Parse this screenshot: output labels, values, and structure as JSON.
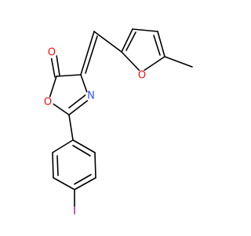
{
  "molecule": {
    "colors": {
      "bond": "#000000",
      "oxygen": "#ff0d0d",
      "nitrogen": "#3050f8",
      "iodine": "#940094",
      "background": "#ffffff"
    },
    "atoms": {
      "carbonyl_oxygen": {
        "symbol": "O",
        "color": "#ff0d0d"
      },
      "ring_oxygen": {
        "symbol": "O",
        "color": "#ff0d0d"
      },
      "ring_nitrogen": {
        "symbol": "N",
        "color": "#3050f8"
      },
      "furan_oxygen": {
        "symbol": "O",
        "color": "#ff0d0d"
      },
      "iodine": {
        "symbol": "I",
        "color": "#940094"
      }
    }
  }
}
